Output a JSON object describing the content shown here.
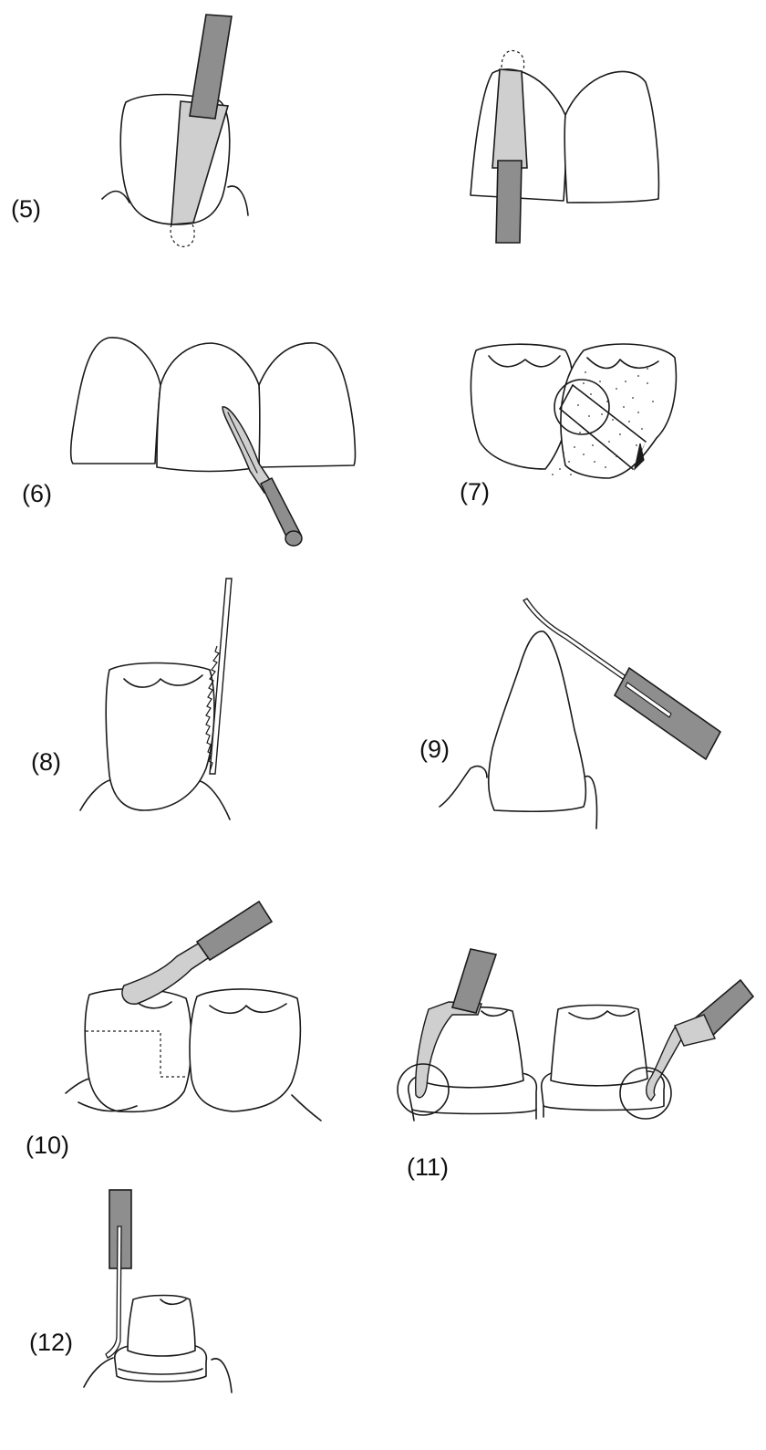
{
  "colors": {
    "outline": "#1a1a1a",
    "instrument_dark": "#8e8e8e",
    "instrument_light": "#cfcfcf",
    "background": "#ffffff"
  },
  "panels": [
    {
      "id": "5",
      "label": "(5)",
      "icons": [
        "incisor-tooth-icon",
        "polishing-strip-icon"
      ]
    },
    {
      "id": "5b",
      "label": "",
      "icons": [
        "incisor-pair-icon",
        "polishing-strip-icon"
      ]
    },
    {
      "id": "6",
      "label": "(6)",
      "icons": [
        "incisor-row-icon",
        "interproximal-knife-icon"
      ]
    },
    {
      "id": "7",
      "label": "(7)",
      "icons": [
        "molar-pair-icon",
        "diamond-bur-icon"
      ]
    },
    {
      "id": "8",
      "label": "(8)",
      "icons": [
        "molar-tooth-icon",
        "serrated-strip-icon"
      ]
    },
    {
      "id": "9",
      "label": "(9)",
      "icons": [
        "incisor-profile-icon",
        "explorer-probe-icon"
      ]
    },
    {
      "id": "10",
      "label": "(10)",
      "icons": [
        "molar-pair-icon",
        "burnisher-icon"
      ]
    },
    {
      "id": "11",
      "label": "(11)",
      "icons": [
        "prepared-crown-pair-icon",
        "margin-instrument-icon"
      ]
    },
    {
      "id": "12",
      "label": "(12)",
      "icons": [
        "prepared-crown-icon",
        "margin-probe-icon"
      ]
    }
  ]
}
